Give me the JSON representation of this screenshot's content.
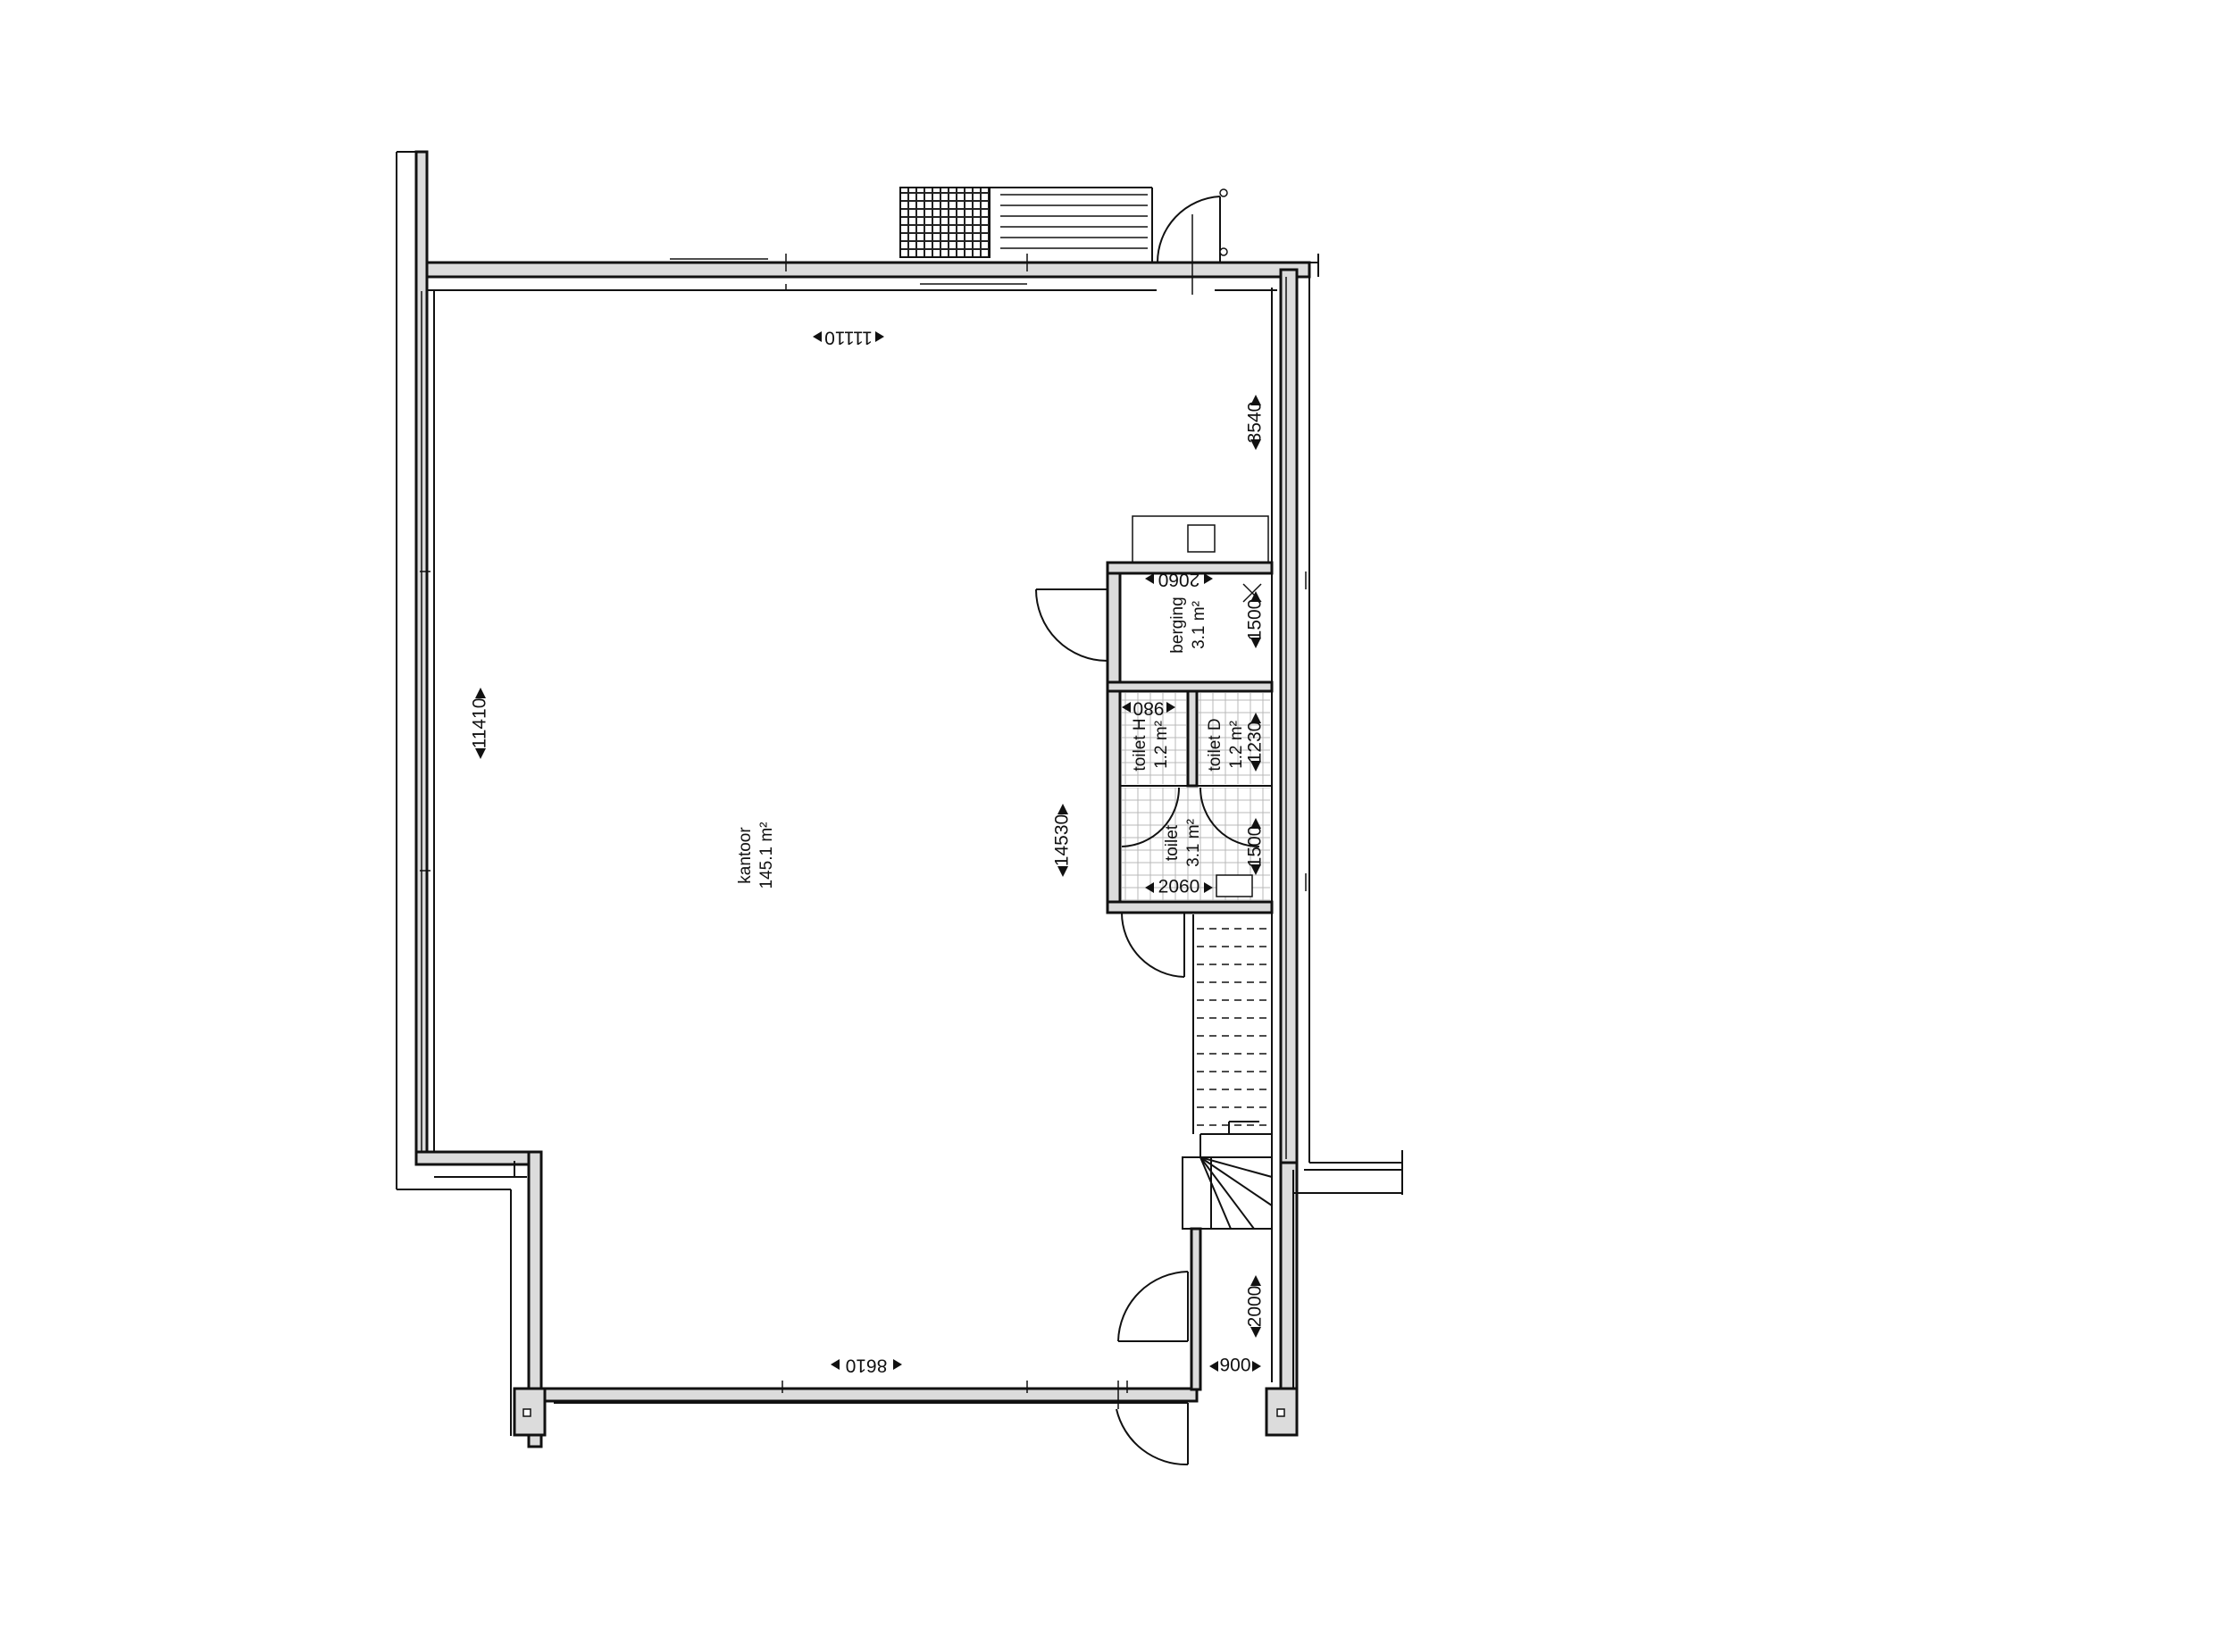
{
  "rooms": [
    {
      "name": "kantoor",
      "area": "145.1 m²"
    },
    {
      "name": "berging",
      "area": "3.1 m²"
    },
    {
      "name": "toilet H",
      "area": "1.2 m²"
    },
    {
      "name": "toilet D",
      "area": "1.2 m²"
    },
    {
      "name": "toilet",
      "area": "3.1 m²"
    }
  ],
  "dimensions": {
    "width_top": "11110",
    "top_right_height": "3540",
    "berging_width": "2060",
    "berging_depth": "1500",
    "toilet_h_width": "980",
    "toilet_depth": "1230",
    "left_height": "11410",
    "center_height": "14530",
    "toilet_width": "2060",
    "toilet_height": "1500",
    "entrance_height": "2000",
    "entrance_width": "900",
    "width_bottom": "8610"
  }
}
